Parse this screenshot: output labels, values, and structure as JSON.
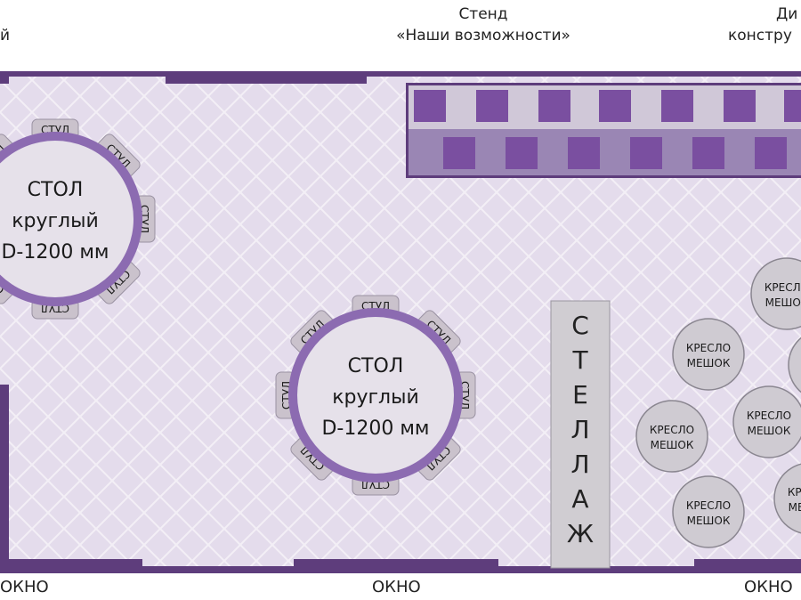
{
  "labels": {
    "top_left_partial": "й",
    "stand_line1": "Стенд",
    "stand_line2": "«Наши возможности»",
    "right_line1": "Ди",
    "right_line2": "констру",
    "window_left": "ОКНО",
    "window_center": "ОКНО",
    "window_right": "ОКНО"
  },
  "tables": [
    {
      "line1": "СТОЛ",
      "line2": "круглый",
      "line3": "D-1200 мм"
    },
    {
      "line1": "СТОЛ",
      "line2": "круглый",
      "line3": "D-1200 мм"
    }
  ],
  "chair_label": "СТУЛ",
  "beanbag": {
    "line1": "КРЕСЛО",
    "line2": "МЕШОК"
  },
  "shelf_letters": [
    "С",
    "Т",
    "Е",
    "Л",
    "Л",
    "А",
    "Ж"
  ],
  "colors": {
    "floor": "#e4dcec",
    "wall": "#5e3d7c",
    "stand_dark": "#7a4fa0",
    "chair": "#8c6bb1",
    "chair_tag": "#cac2cc",
    "beanbag": "#cfcbd2"
  }
}
